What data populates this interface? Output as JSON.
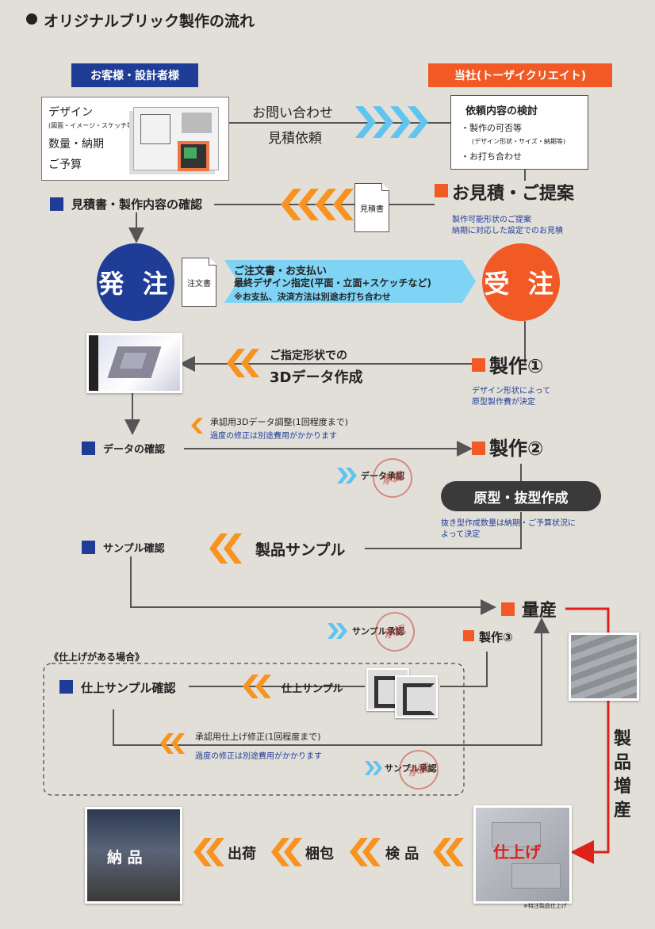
{
  "title": "オリジナルブリック製作の流れ",
  "headers": {
    "client": "お客様・設計者様",
    "company": "当社(トーザイクリエイト)"
  },
  "client_box": {
    "design": "デザイン",
    "design_sub": "(図面・イメージ・スケッチ等)",
    "qty": "数量・納期",
    "budget": "ご予算"
  },
  "inquiry": {
    "line1": "お問い合わせ",
    "line2": "見積依頼"
  },
  "review_box": {
    "title": "依頼内容の検討",
    "item1": "・製作の可否等",
    "item1_sub": "(デザイン形状・サイズ・納期等)",
    "item2": "・お打ち合わせ"
  },
  "estimate": {
    "title": "お見積・ご提案",
    "note1": "製作可能形状のご提案",
    "note2": "納期に対応した設定でのお見積"
  },
  "doc_estimate": "見積書",
  "confirm_estimate": "見積書・製作内容の確認",
  "order": {
    "place": "発 注",
    "receive": "受 注",
    "doc": "注文書",
    "line1": "ご注文書・お支払い",
    "line2": "最終デザイン指定(平面・立面+スケッチなど)",
    "line3": "※お支払、決済方法は別途お打ち合わせ"
  },
  "prod1": {
    "title": "製作①",
    "note1": "デザイン形状によって",
    "note2": "原型製作費が決定",
    "arrow_line1": "ご指定形状での",
    "arrow_line2": "3Dデータ作成"
  },
  "data_confirm": "データの確認",
  "adjust": {
    "line1": "承認用3Dデータ調整(1回程度まで)",
    "line2": "過度の修正は別途費用がかかります"
  },
  "prod2": {
    "title": "製作②",
    "approval": "データ承認"
  },
  "mold": {
    "title": "原型・抜型作成",
    "note1": "抜き型作成数量は納期・ご予算状況に",
    "note2": "よって決定"
  },
  "sample_confirm": "サンプル確認",
  "sample_arrow": "製品サンプル",
  "mass": "量産",
  "sample_approval": "サンプル承認",
  "prod3": "製作③",
  "finish_case": "《仕上げがある場合》",
  "finish_confirm": "仕上サンプル確認",
  "finish_sample": "仕上サンプル",
  "finish_adjust": {
    "line1": "承認用仕上げ修正(1回程度まで)",
    "line2": "過度の修正は別途費用がかかります"
  },
  "finish_approval": "サンプル承認",
  "increase": [
    "製",
    "品",
    "増",
    "産"
  ],
  "finish_photo_label": "仕上げ",
  "finish_photo_note": "※特注製品仕上げ",
  "delivery": {
    "label": "納 品",
    "ship": "出荷",
    "pack": "梱包",
    "inspect": "検 品"
  },
  "stamp_char": "承認",
  "colors": {
    "navy": "#1f3c97",
    "orange": "#f15a24",
    "red": "#e0201b",
    "sky": "#5fc4f0"
  }
}
